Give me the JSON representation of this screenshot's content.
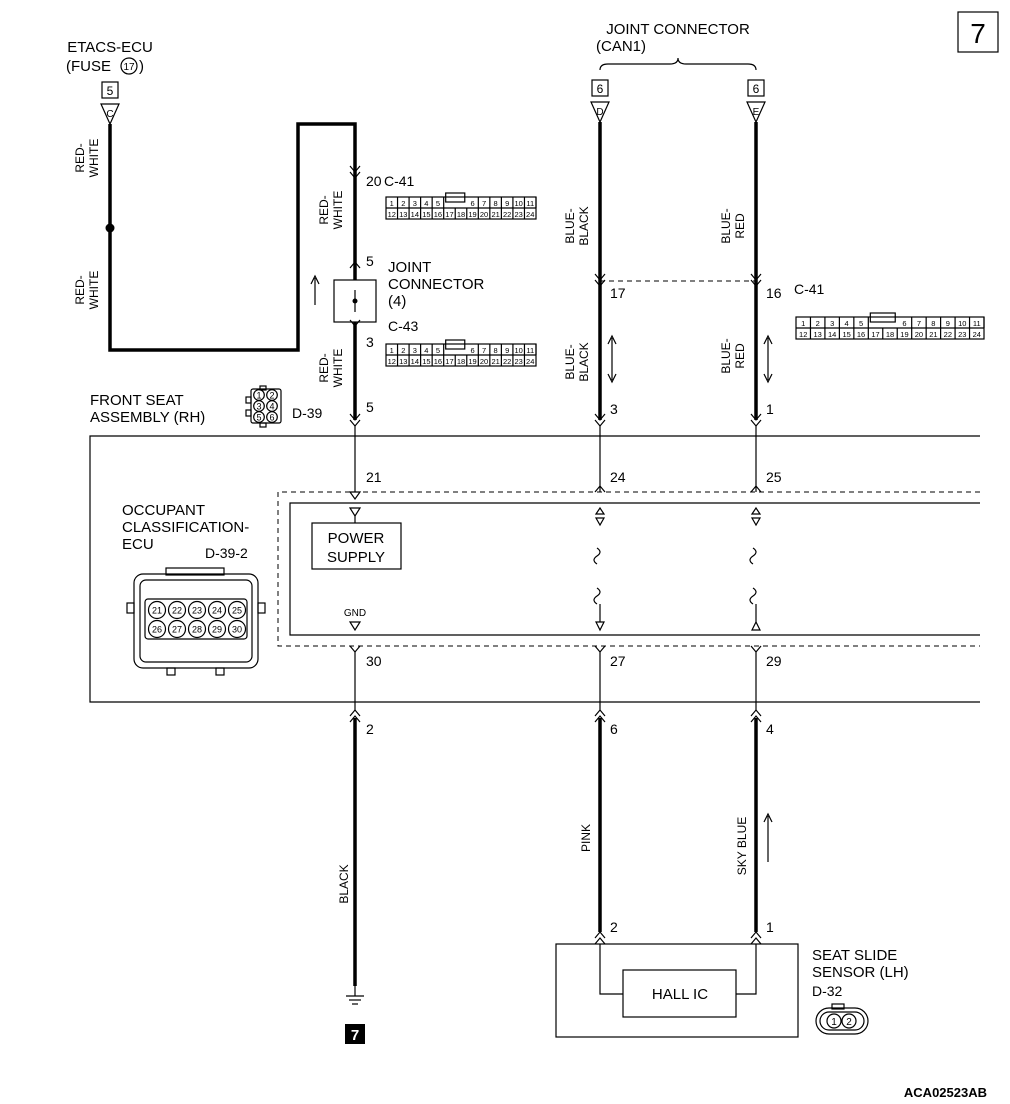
{
  "page_number": "7",
  "footer_code": "ACA02523AB",
  "etacs": {
    "title": "ETACS-ECU",
    "fuse_prefix": "(FUSE",
    "fuse_number": "17",
    "fuse_suffix": ")",
    "tag": "5",
    "pin": "C"
  },
  "joint_can1": {
    "title": "JOINT CONNECTOR",
    "subtitle": "(CAN1)",
    "tag_left": "6",
    "pin_left": "D",
    "tag_right": "6",
    "pin_right": "E"
  },
  "joint4": {
    "title1": "JOINT",
    "title2": "CONNECTOR",
    "title3": "(4)"
  },
  "connectors": {
    "c41_a": "C-41",
    "c43": "C-43",
    "c41_b": "C-41",
    "d39": "D-39",
    "d39_2": "D-39-2",
    "d32": "D-32",
    "c_row1": [
      "1",
      "2",
      "3",
      "4",
      "5",
      "6",
      "7",
      "8",
      "9",
      "10",
      "11"
    ],
    "c_row2": [
      "12",
      "13",
      "14",
      "15",
      "16",
      "17",
      "18",
      "19",
      "20",
      "21",
      "22",
      "23",
      "24"
    ],
    "d39_pins": [
      "1",
      "2",
      "3",
      "4",
      "5",
      "6"
    ],
    "ecu_row1": [
      "21",
      "22",
      "23",
      "24",
      "25"
    ],
    "ecu_row2": [
      "26",
      "27",
      "28",
      "29",
      "30"
    ],
    "d32_pins": [
      "1",
      "2"
    ]
  },
  "labels": {
    "front_seat_1": "FRONT SEAT",
    "front_seat_2": "ASSEMBLY (RH)",
    "ocu_1": "OCCUPANT",
    "ocu_2": "CLASSIFICATION-",
    "ocu_3": "ECU",
    "power_1": "POWER",
    "power_2": "SUPPLY",
    "gnd": "GND",
    "hall_ic": "HALL IC",
    "sensor_1": "SEAT SLIDE",
    "sensor_2": "SENSOR (LH)",
    "ground_tag": "7"
  },
  "wire_colors": {
    "red_white_1a": "RED-",
    "red_white_1b": "WHITE",
    "red_white_2a": "RED-",
    "red_white_2b": "WHITE",
    "red_white_3a": "RED-",
    "red_white_3b": "WHITE",
    "red_white_4a": "RED-",
    "red_white_4b": "WHITE",
    "blue_black_1a": "BLUE-",
    "blue_black_1b": "BLACK",
    "blue_black_2a": "BLUE-",
    "blue_black_2b": "BLACK",
    "blue_red_1a": "BLUE-",
    "blue_red_1b": "RED",
    "blue_red_2a": "BLUE-",
    "blue_red_2b": "RED",
    "black": "BLACK",
    "pink": "PINK",
    "sky_blue": "SKY BLUE"
  },
  "pins": {
    "p20": "20",
    "p5a": "5",
    "p3a": "3",
    "p5b": "5",
    "p17": "17",
    "p3b": "3",
    "p16": "16",
    "p1a": "1",
    "p21": "21",
    "p24": "24",
    "p25": "25",
    "p30": "30",
    "p27": "27",
    "p29": "29",
    "p2a": "2",
    "p6": "6",
    "p4": "4",
    "p2b": "2",
    "p1b": "1"
  }
}
